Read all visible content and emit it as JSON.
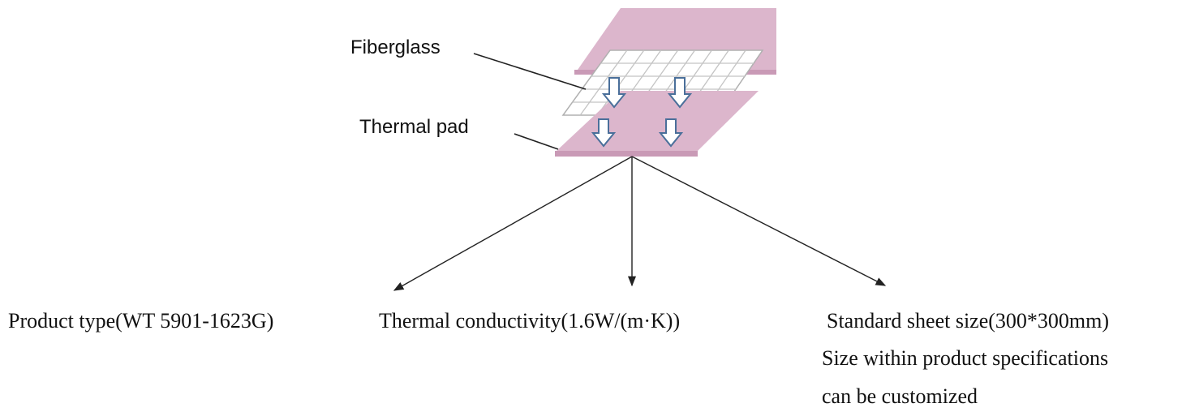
{
  "layers": {
    "fiberglass": "Fiberglass",
    "thermal_pad": "Thermal pad"
  },
  "specs": {
    "product_type": "Product type(WT 5901-1623G)",
    "thermal_conductivity": "Thermal conductivity(1.6W/(m·K))",
    "sheet_size": "Standard sheet size(300*300mm)",
    "customization_line1": "Size within product specifications",
    "customization_line2": "can be customized"
  },
  "colors": {
    "pad_fill": "#dcb6cc",
    "pad_edge": "#c99ab6",
    "grid_line": "#b8b8b8",
    "arrow_outline": "#4a6f9a",
    "line": "#222222"
  }
}
